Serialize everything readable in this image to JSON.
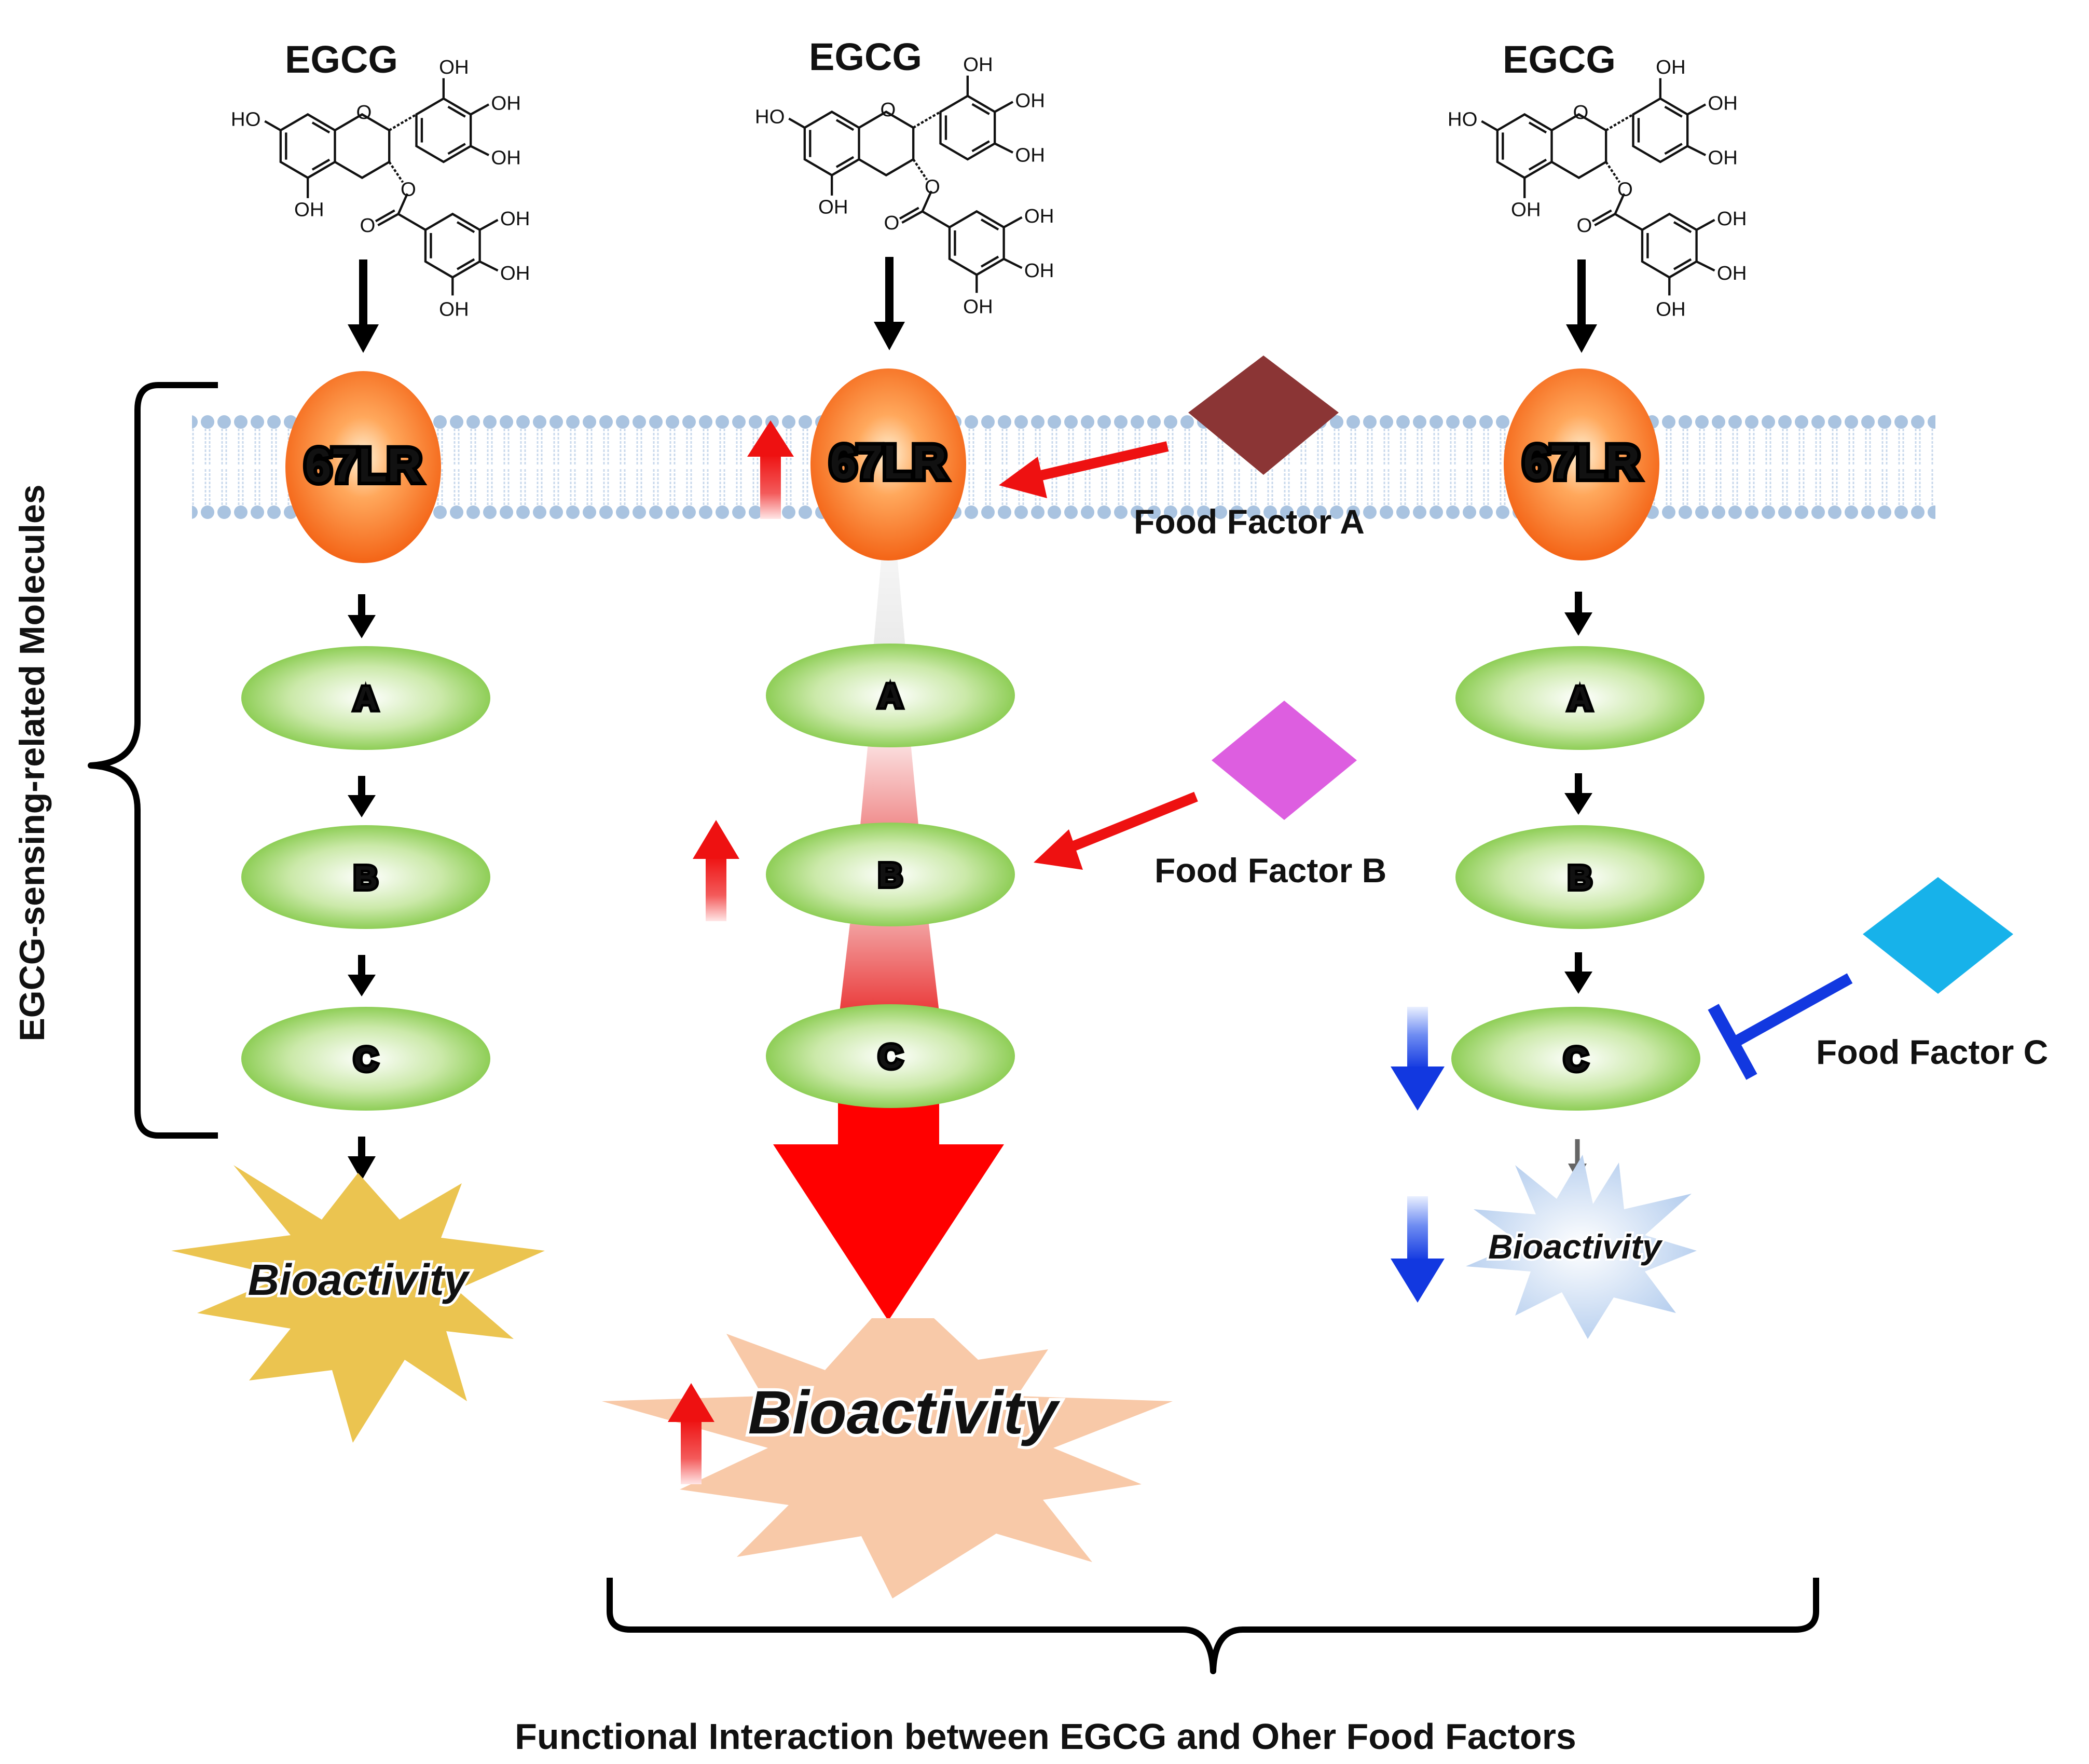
{
  "figure": {
    "compound_label": "EGCG",
    "receptor_label": "67LR",
    "side_label": "EGCG-sensing-related Molecules",
    "bottom_label": "Functional Interaction between EGCG and Oher Food Factors",
    "molecules": [
      "A",
      "B",
      "C"
    ],
    "bioactivity_label": "Bioactivity",
    "chem_groups": {
      "oh": "OH",
      "ho": "HO",
      "o": "O"
    },
    "food_factors": [
      {
        "name": "Food Factor A",
        "color": "#8b3535",
        "effect": "enhance"
      },
      {
        "name": "Food Factor B",
        "color": "#dd5ee0",
        "effect": "enhance"
      },
      {
        "name": "Food Factor C",
        "color": "#17b2ea",
        "effect": "inhibit"
      }
    ],
    "colors": {
      "receptor": "#f25a0c",
      "molecule": "#7fc742",
      "enhance_arrow": "#ee1111",
      "inhibit_arrow": "#1238e0",
      "bioactivity_normal_burst": "#ebc450",
      "bioactivity_enhanced_burst": "#f8c9a8",
      "bioactivity_reduced_burst": "#c4d9f0",
      "membrane": "#a9c3e0"
    }
  }
}
